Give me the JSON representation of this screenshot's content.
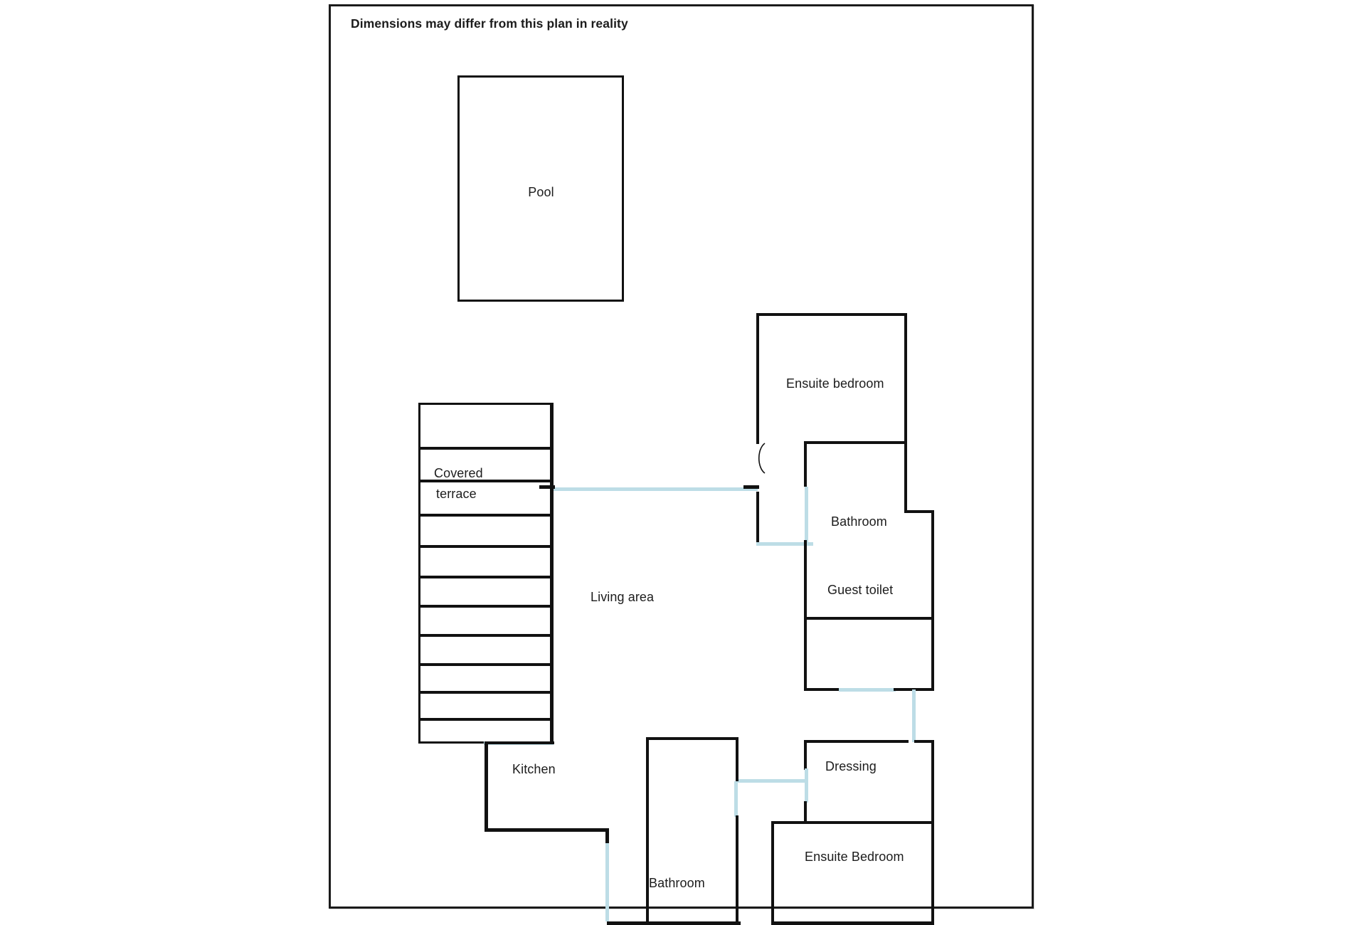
{
  "page": {
    "background": "#ffffff",
    "sheet_border_color": "#1b1b1b",
    "wall_color": "#111111",
    "opening_color": "#bddde6",
    "text_color": "#1c1c1c"
  },
  "disclaimer": {
    "text": "Dimensions may differ from this plan in reality"
  },
  "rooms": [
    {
      "id": "pool",
      "label": "Pool"
    },
    {
      "id": "covered-terrace",
      "label_line1": "Covered",
      "label_line2": "terrace"
    },
    {
      "id": "living-area",
      "label": "Living area"
    },
    {
      "id": "kitchen",
      "label": "Kitchen"
    },
    {
      "id": "ensuite-bedroom-upper",
      "label": "Ensuite bedroom"
    },
    {
      "id": "bathroom-upper",
      "label": "Bathroom"
    },
    {
      "id": "guest-toilet",
      "label": "Guest toilet"
    },
    {
      "id": "dressing",
      "label": "Dressing"
    },
    {
      "id": "ensuite-bedroom-lower",
      "label": "Ensuite Bedroom"
    },
    {
      "id": "bathroom-lower",
      "label": "Bathroom"
    }
  ],
  "labels": {
    "pool": "Pool",
    "covered_terrace_line1": "Covered",
    "covered_terrace_line2": "terrace",
    "living_area": "Living area",
    "kitchen": "Kitchen",
    "ensuite_bedroom_upper": "Ensuite bedroom",
    "bathroom_upper": "Bathroom",
    "guest_toilet": "Guest toilet",
    "dressing": "Dressing",
    "ensuite_bedroom_lower": "Ensuite Bedroom",
    "bathroom_lower": "Bathroom"
  },
  "terrace": {
    "slat_count": 11
  },
  "icons": {
    "door_swing": "door-swing-arc"
  }
}
